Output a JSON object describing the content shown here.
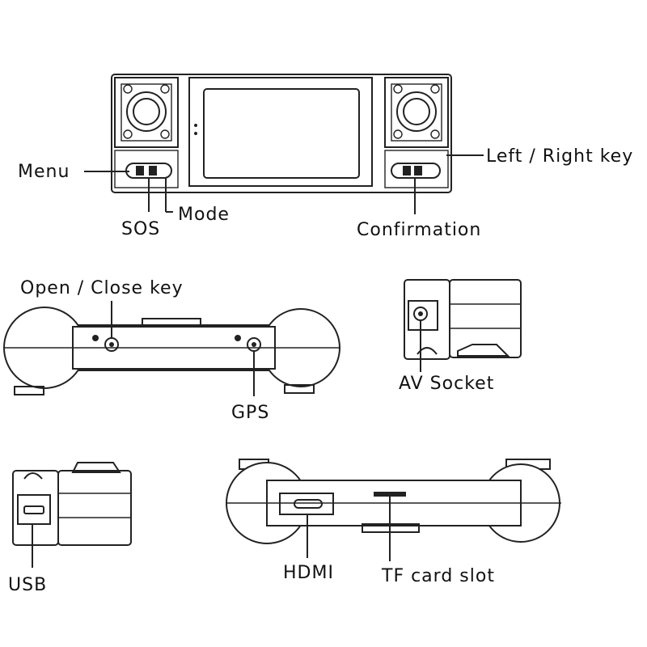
{
  "labels": {
    "menu": "Menu",
    "sos": "SOS",
    "mode": "Mode",
    "left_right_key": "Left / Right key",
    "confirmation": "Confirmation",
    "open_close_key": "Open / Close key",
    "gps": "GPS",
    "av_socket": "AV Socket",
    "usb": "USB",
    "hdmi": "HDMI",
    "tf_card_slot": "TF card slot"
  }
}
